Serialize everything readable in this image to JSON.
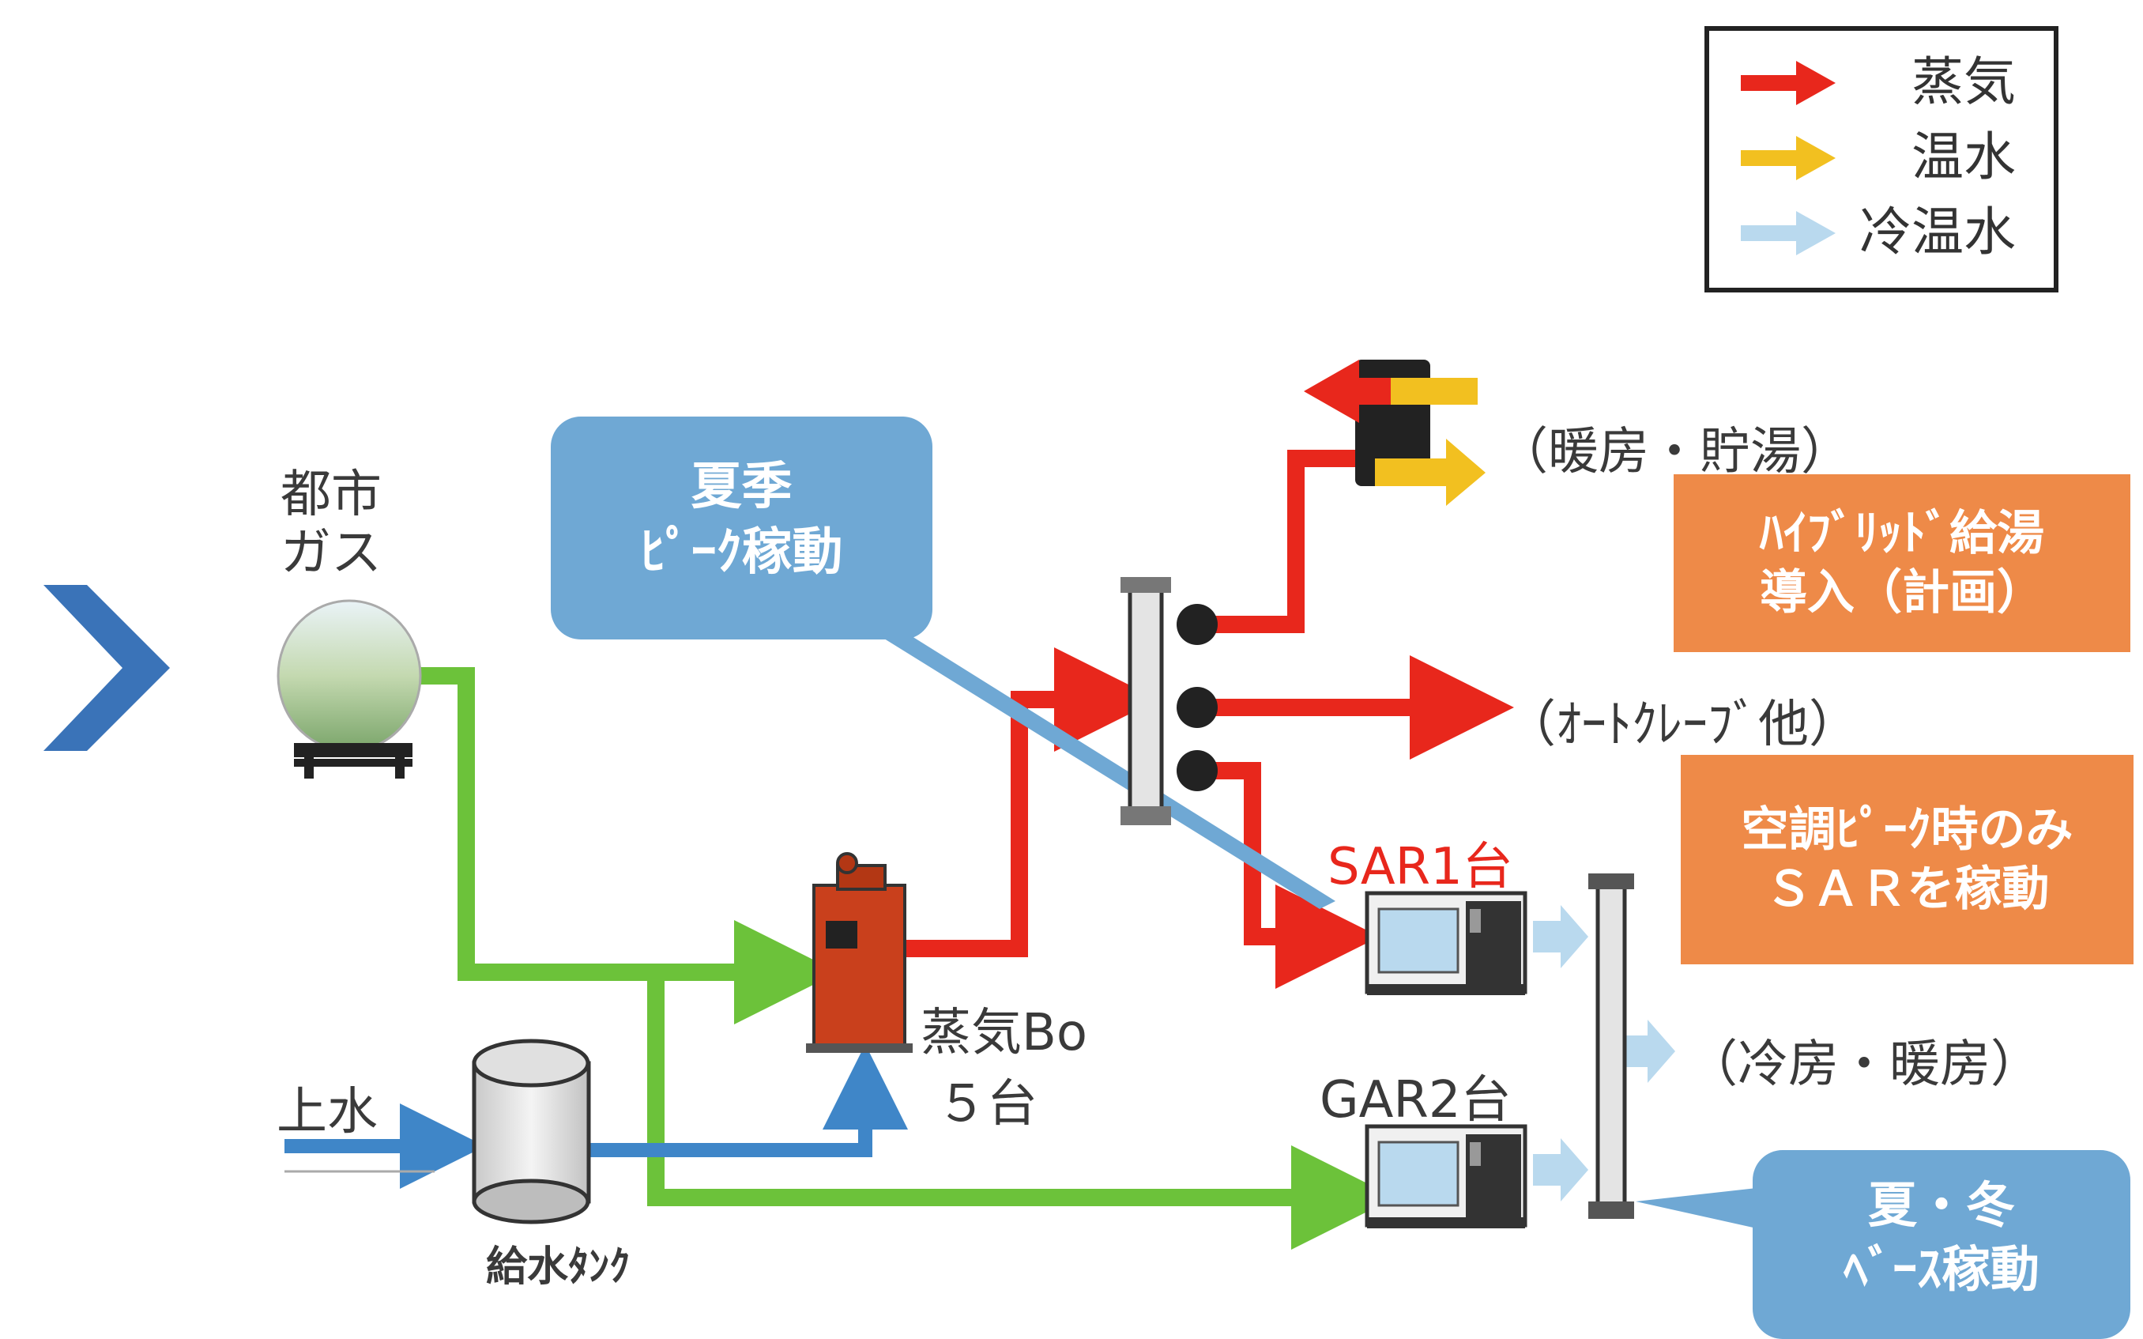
{
  "legend": {
    "items": [
      {
        "label": "蒸気",
        "color": "#e8271c"
      },
      {
        "label": "温水",
        "color": "#f2c020"
      },
      {
        "label": "冷温水",
        "color": "#b9d9ee"
      }
    ]
  },
  "sources": {
    "gas": "都市\nガス",
    "water": "上水",
    "tank": "給水ﾀﾝｸ"
  },
  "boiler": {
    "name": "蒸気Bo",
    "count": "５台"
  },
  "chillers": {
    "sar": "SAR1台",
    "gar": "GAR2台"
  },
  "outputs": {
    "heating_storage": "（暖房・貯湯）",
    "autoclave": "（ｵｰﾄｸﾚｰﾌﾞ他）",
    "cooling_heating": "（冷房・暖房）"
  },
  "callouts": {
    "summer_peak": [
      "夏季",
      "ﾋﾟｰｸ稼動"
    ],
    "year_base": [
      "夏・冬",
      "ﾍﾞｰｽ稼動"
    ]
  },
  "notes": {
    "hybrid": [
      "ﾊｲﾌﾞﾘｯﾄﾞ給湯",
      "導入（計画）"
    ],
    "sar_peak": [
      "空調ﾋﾟｰｸ時のみ",
      "ＳＡＲを稼動"
    ]
  },
  "colors": {
    "steam": "#e8271c",
    "hot_water": "#f2c020",
    "chilled_water": "#b9d9ee",
    "gas_line": "#6cc23a",
    "water_line": "#3f86c8",
    "callout_blue": "#6fa8d4",
    "note_orange": "#ee8a48",
    "chevron": "#3a73b8"
  }
}
